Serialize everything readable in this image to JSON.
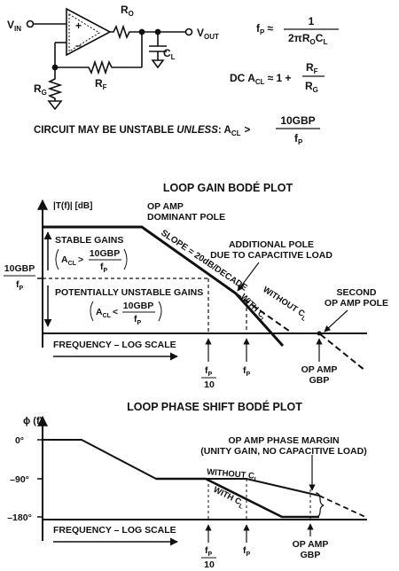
{
  "circuit": {
    "vin": "V",
    "vin_sub": "IN",
    "vout": "V",
    "vout_sub": "OUT",
    "ro": "R",
    "ro_sub": "O",
    "rf": "R",
    "rf_sub": "F",
    "rg": "R",
    "rg_sub": "G",
    "cl": "C",
    "cl_sub": "L",
    "plus": "+",
    "minus": "–"
  },
  "equations": {
    "fp_lhs": "f",
    "fp_lhs_sub": "P",
    "approx": "≈",
    "one": "1",
    "fp_den_a": "2πR",
    "fp_den_b": "O",
    "fp_den_c": "C",
    "fp_den_d": "L",
    "dc_lhs": "DC A",
    "dc_lhs_sub": "CL",
    "dc_rhs": "≈ 1 +",
    "rf": "R",
    "rf_sub": "F",
    "rg": "R",
    "rg_sub": "G",
    "unstable_a": "CIRCUIT MAY BE UNSTABLE",
    "unstable_b": "UNLESS",
    "unstable_c": ": A",
    "unstable_sub": "CL",
    "unstable_gt": ">",
    "num": "10GBP",
    "den": "f",
    "den_sub": "P"
  },
  "gain_plot": {
    "title": "LOOP GAIN BODÉ PLOT",
    "ylabel": "|T(f)| [dB]",
    "y_tick_num": "10GBP",
    "y_tick_den": "f",
    "y_tick_den_sub": "P",
    "dominant_pole_1": "OP AMP",
    "dominant_pole_2": "DOMINANT POLE",
    "stable_gains": "STABLE GAINS",
    "acl": "A",
    "acl_sub": "CL",
    "gt": ">",
    "lt": "<",
    "frac_num": "10GBP",
    "frac_den": "f",
    "frac_den_sub": "P",
    "slope": "SLOPE = 20dB/DECADE",
    "additional_pole_1": "ADDITIONAL POLE",
    "additional_pole_2": "DUE TO CAPACITIVE LOAD",
    "unstable_gains": "POTENTIALLY UNSTABLE GAINS",
    "with_cl": "WITH C",
    "without_cl": "WITHOUT C",
    "cl_sub": "L",
    "second_pole_1": "SECOND",
    "second_pole_2": "OP AMP POLE",
    "xlabel": "FREQUENCY – LOG SCALE",
    "tick_fp10_num": "f",
    "tick_fp10_num_sub": "P",
    "tick_fp10_den": "10",
    "tick_fp": "f",
    "tick_fp_sub": "P",
    "tick_gbp_1": "OP AMP",
    "tick_gbp_2": "GBP"
  },
  "phase_plot": {
    "title": "LOOP PHASE SHIFT BODÉ PLOT",
    "ylabel": "ϕ (f)",
    "y0": "0°",
    "y90": "–90°",
    "y180": "–180°",
    "margin_1": "OP AMP PHASE MARGIN",
    "margin_2": "(UNITY GAIN, NO CAPACITIVE LOAD)",
    "without_cl": "WITHOUT C",
    "with_cl": "WITH C",
    "cl_sub": "L",
    "xlabel": "FREQUENCY – LOG SCALE",
    "tick_fp10_num": "f",
    "tick_fp10_num_sub": "P",
    "tick_fp10_den": "10",
    "tick_fp": "f",
    "tick_fp_sub": "P",
    "tick_gbp_1": "OP AMP",
    "tick_gbp_2": "GBP"
  }
}
